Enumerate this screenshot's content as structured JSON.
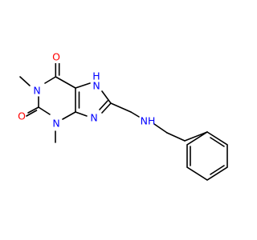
{
  "colors": {
    "carbon_bond": "#000000",
    "nitrogen": "#0000ff",
    "oxygen": "#ff0000",
    "background": "#ffffff"
  },
  "atoms": [
    {
      "id": "O6",
      "label": "O",
      "element": "O"
    },
    {
      "id": "N7",
      "label": "H\nN",
      "element": "N"
    },
    {
      "id": "N1",
      "label": "N",
      "element": "N"
    },
    {
      "id": "O2",
      "label": "O",
      "element": "O"
    },
    {
      "id": "N3",
      "label": "N",
      "element": "N"
    },
    {
      "id": "N9",
      "label": "N",
      "element": "N"
    },
    {
      "id": "NH_amine",
      "label": "NH",
      "element": "N"
    }
  ],
  "labels": {
    "o_top": "O",
    "n7_h": "H",
    "n7_n": "N",
    "n1": "N",
    "o_left": "O",
    "n3": "N",
    "n9": "N",
    "nh": "NH"
  }
}
